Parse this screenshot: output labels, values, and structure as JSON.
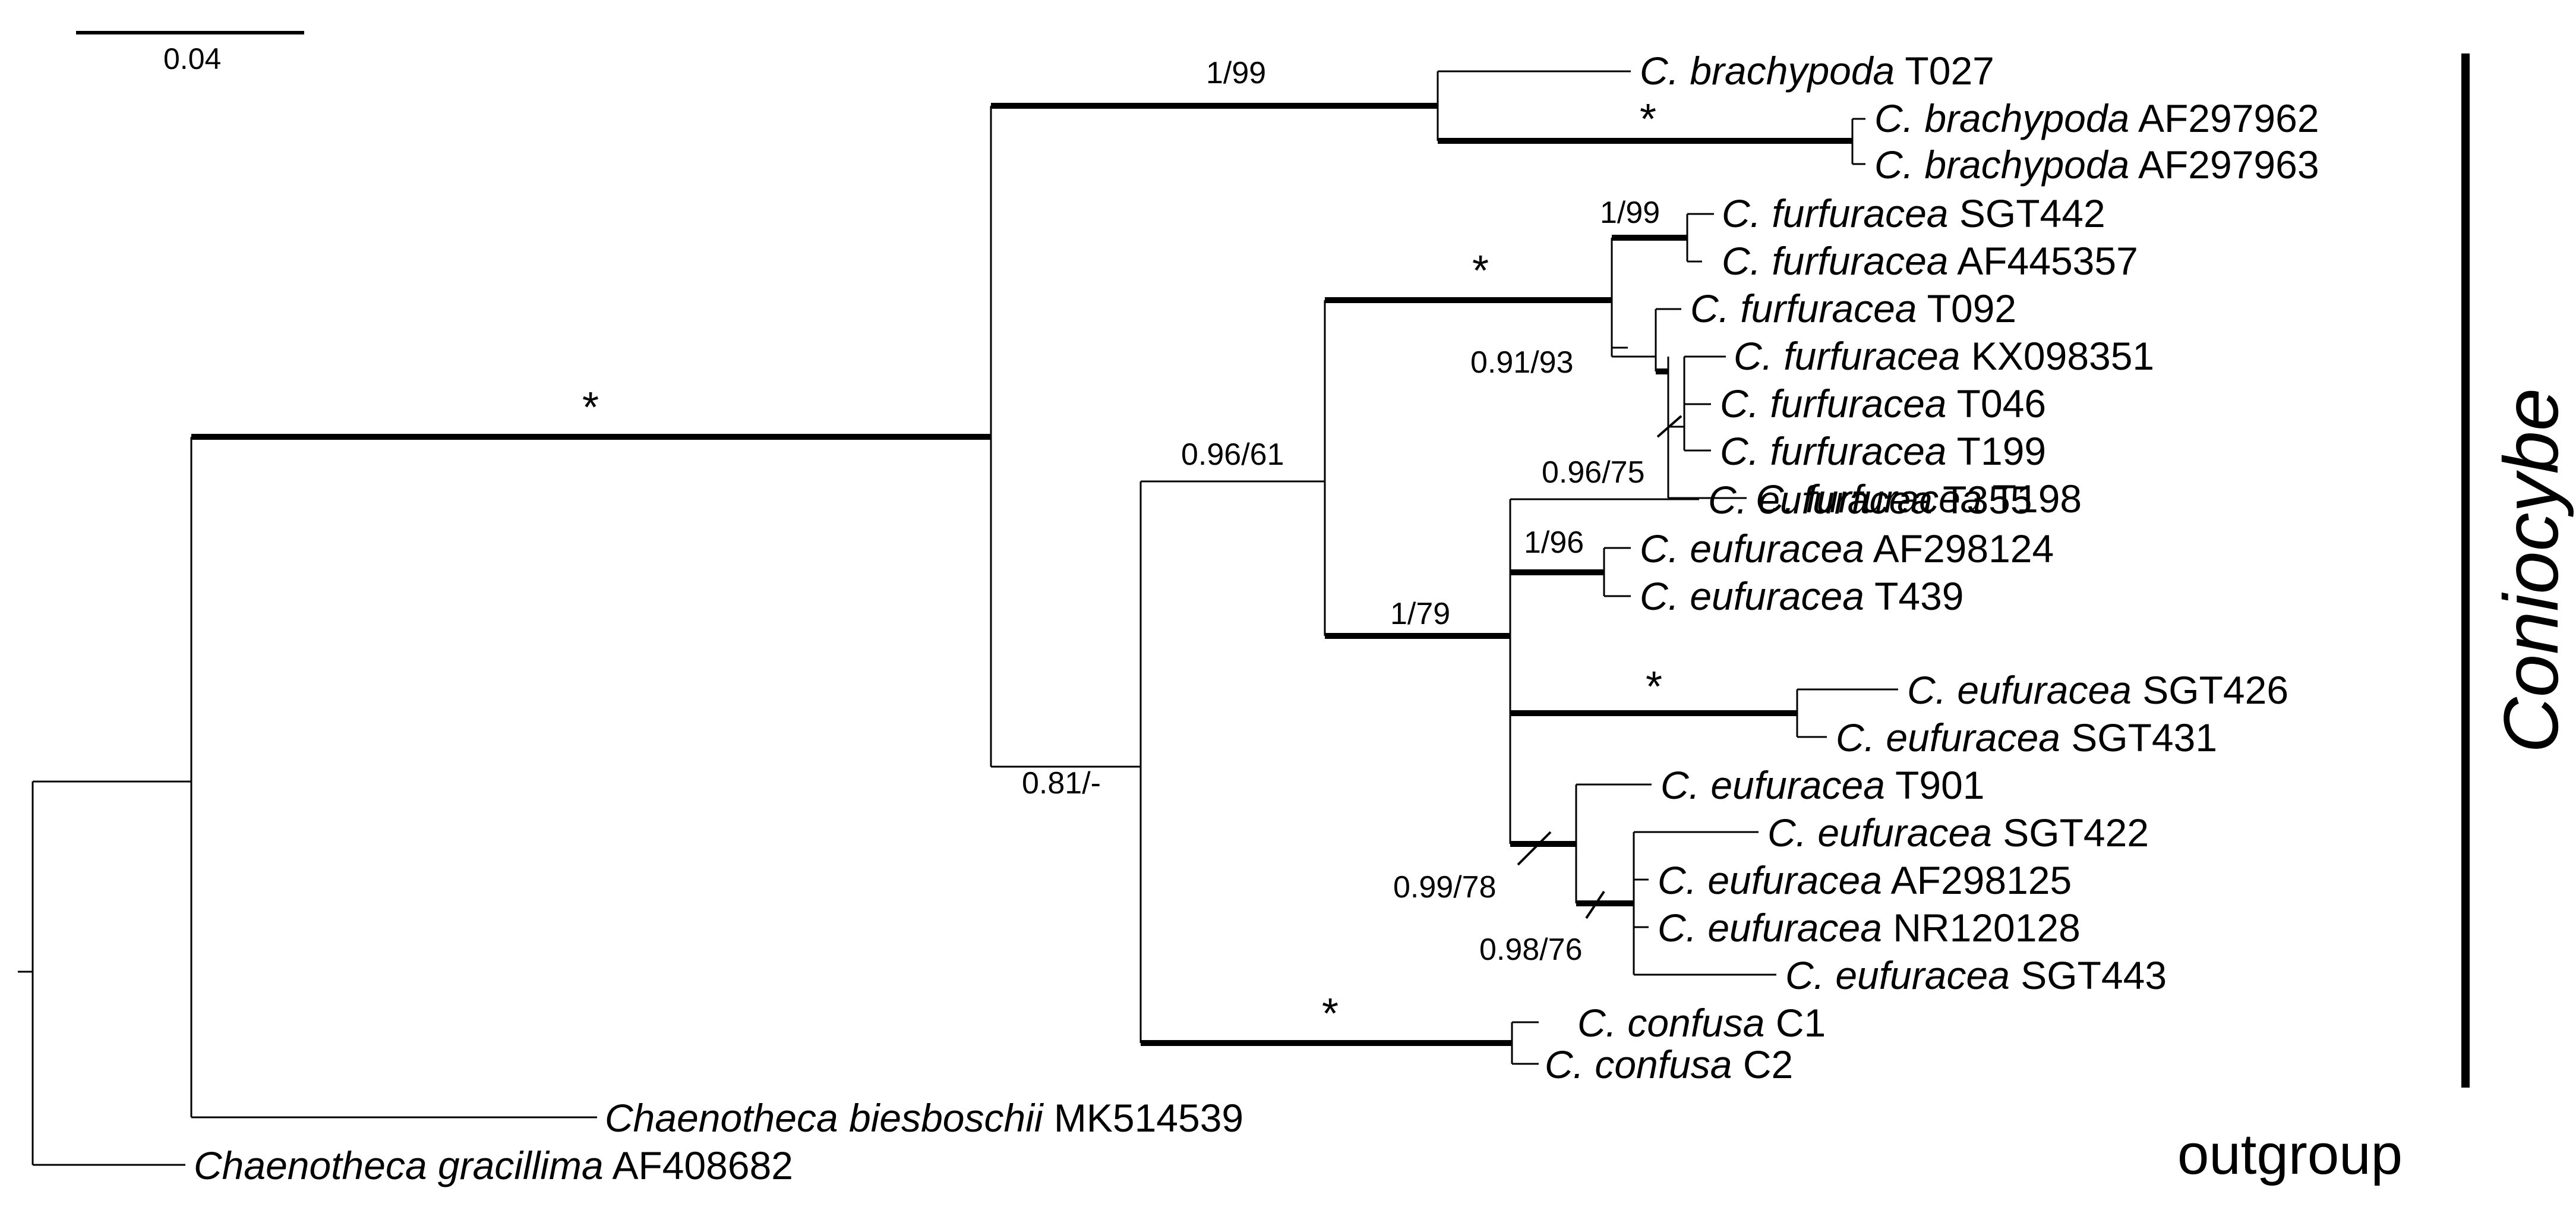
{
  "scale_bar": {
    "label": "0.04"
  },
  "clade_label": "Coniocybe",
  "outgroup_label": "outgroup",
  "taxa": [
    {
      "genus": "C.",
      "species": "brachypoda",
      "accession": "T027"
    },
    {
      "genus": "C.",
      "species": "brachypoda",
      "accession": "AF297962"
    },
    {
      "genus": "C.",
      "species": "brachypoda",
      "accession": "AF297963"
    },
    {
      "genus": "C.",
      "species": "furfuracea",
      "accession": "SGT442"
    },
    {
      "genus": "C.",
      "species": "furfuracea",
      "accession": "AF445357"
    },
    {
      "genus": "C.",
      "species": "furfuracea",
      "accession": "T092"
    },
    {
      "genus": "C.",
      "species": "furfuracea",
      "accession": "KX098351"
    },
    {
      "genus": "C.",
      "species": "furfuracea",
      "accession": "T046"
    },
    {
      "genus": "C.",
      "species": "furfuracea",
      "accession": "T199"
    },
    {
      "genus": "C.",
      "species": "furfuracea",
      "accession": "T198"
    },
    {
      "genus": "C.",
      "species": "eufuracea",
      "accession": "T355"
    },
    {
      "genus": "C.",
      "species": "eufuracea",
      "accession": "AF298124"
    },
    {
      "genus": "C.",
      "species": "eufuracea",
      "accession": "T439"
    },
    {
      "genus": "C.",
      "species": "eufuracea",
      "accession": "SGT426"
    },
    {
      "genus": "C.",
      "species": "eufuracea",
      "accession": "SGT431"
    },
    {
      "genus": "C.",
      "species": "eufuracea",
      "accession": "T901"
    },
    {
      "genus": "C.",
      "species": "eufuracea",
      "accession": "SGT422"
    },
    {
      "genus": "C.",
      "species": "eufuracea",
      "accession": "AF298125"
    },
    {
      "genus": "C.",
      "species": "eufuracea",
      "accession": "NR120128"
    },
    {
      "genus": "C.",
      "species": "eufuracea",
      "accession": "SGT443"
    },
    {
      "genus": "C.",
      "species": "confusa",
      "accession": "C1"
    },
    {
      "genus": "C.",
      "species": "confusa",
      "accession": "C2"
    },
    {
      "genus": "Chaenotheca",
      "species": "biesboschii",
      "accession": "MK514539"
    },
    {
      "genus": "Chaenotheca",
      "species": "gracillima",
      "accession": "AF408682"
    }
  ],
  "support_values": [
    "1/99",
    "*",
    "1/99",
    "*",
    "0.91/93",
    "0.96/75",
    "*",
    "0.96/61",
    "1/96",
    "1/79",
    "*",
    "0.99/78",
    "0.98/76",
    "0.81/-",
    "*"
  ]
}
